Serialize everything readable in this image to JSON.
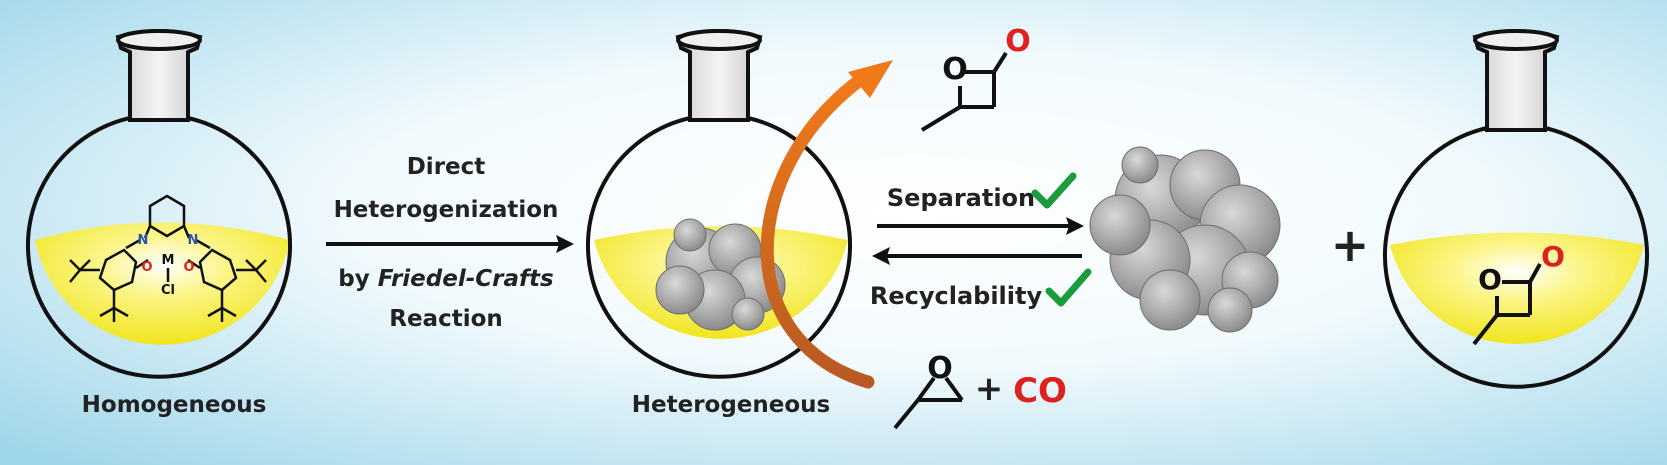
{
  "labels": {
    "homogeneous": "Homogeneous",
    "heterogeneous": "Heterogeneous",
    "step_line1": "Direct",
    "step_line2": "Heterogenization",
    "step_line3_prefix": "by ",
    "step_line3_italic": "Friedel-Crafts",
    "step_line4": "Reaction",
    "separation": "Separation",
    "recyclability": "Recyclability",
    "plus_sign": "+",
    "plus_co": "+",
    "co": "CO"
  },
  "atoms": {
    "carbonyl_o": "O",
    "ring_o": "O",
    "epoxide_o": "O",
    "metal": "M",
    "chloride": "Cl",
    "imine_n": "N",
    "phenoxide_o": "O"
  },
  "colors": {
    "background_edge": "#9fd6e9",
    "background_center": "#ffffff",
    "solution": "#f3ec1c",
    "arrow_orange": "#e87722",
    "oxygen_red": "#e0201c",
    "check_green": "#1a9b3c",
    "nitrogen_blue": "#2a4fb8"
  },
  "icons": [
    "flask-icon",
    "catalyst-particle-icon",
    "checkmark-icon",
    "beta-lactone-icon",
    "epoxide-icon",
    "salen-complex-icon"
  ]
}
